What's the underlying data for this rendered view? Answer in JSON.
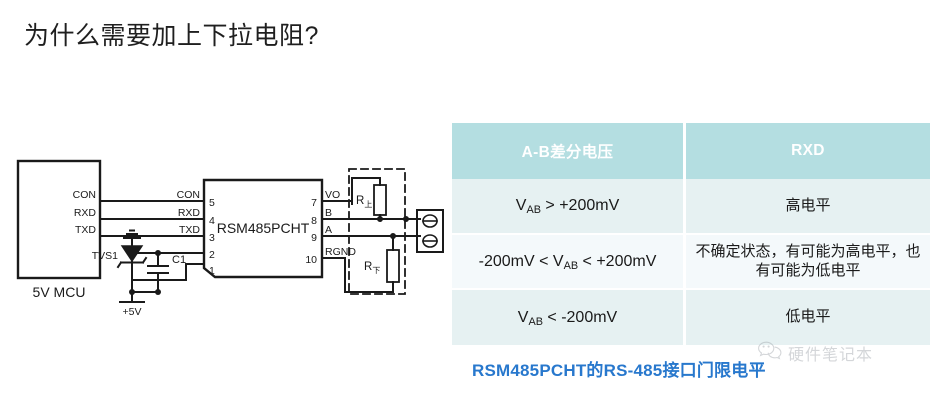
{
  "page": {
    "title": "为什么需要加上下拉电阻?",
    "background_color": "#ffffff"
  },
  "circuit": {
    "mcu_label": "5V MCU",
    "ic_label": "RSM485PCHT",
    "supply_label": "+5V",
    "tvs_label": "TVS1",
    "cap_label": "C1",
    "mcu_pins": [
      "CON",
      "RXD",
      "TXD"
    ],
    "wire_labels": [
      "CON",
      "RXD",
      "TXD"
    ],
    "ic_left_pin_numbers": [
      "5",
      "4",
      "3",
      "2",
      "1"
    ],
    "ic_right_pin_numbers": [
      "7",
      "8",
      "9",
      "10"
    ],
    "ic_right_pin_names": [
      "VO",
      "B",
      "A",
      "RGND"
    ],
    "resistor_pullup": "R",
    "resistor_pullup_sub": "上",
    "resistor_pulldown": "R",
    "resistor_pulldown_sub": "下",
    "line_color": "#1a1a1a"
  },
  "table": {
    "header": {
      "col1": "A-B差分电压",
      "col2": "RXD"
    },
    "header_bg": "#b4dee1",
    "row_odd_bg": "#e6f1f2",
    "row_even_bg": "#f4f9fb",
    "rows": [
      {
        "condition_prefix": "V",
        "condition_sub": "AB",
        "condition_suffix": "> +200mV",
        "result": "高电平"
      },
      {
        "condition_prefix": "-200mV < V",
        "condition_sub": "AB",
        "condition_suffix": "< +200mV",
        "result": "不确定状态，有可能为高电平，也有可能为低电平"
      },
      {
        "condition_prefix": "V",
        "condition_sub": "AB",
        "condition_suffix": "< -200mV",
        "result": "低电平"
      }
    ]
  },
  "caption": {
    "text": "RSM485PCHT的RS-485接口门限电平",
    "color": "#2878cd"
  },
  "watermark": {
    "text": "硬件笔记本",
    "icon": "wechat-icon",
    "color": "#9aa0a6"
  }
}
